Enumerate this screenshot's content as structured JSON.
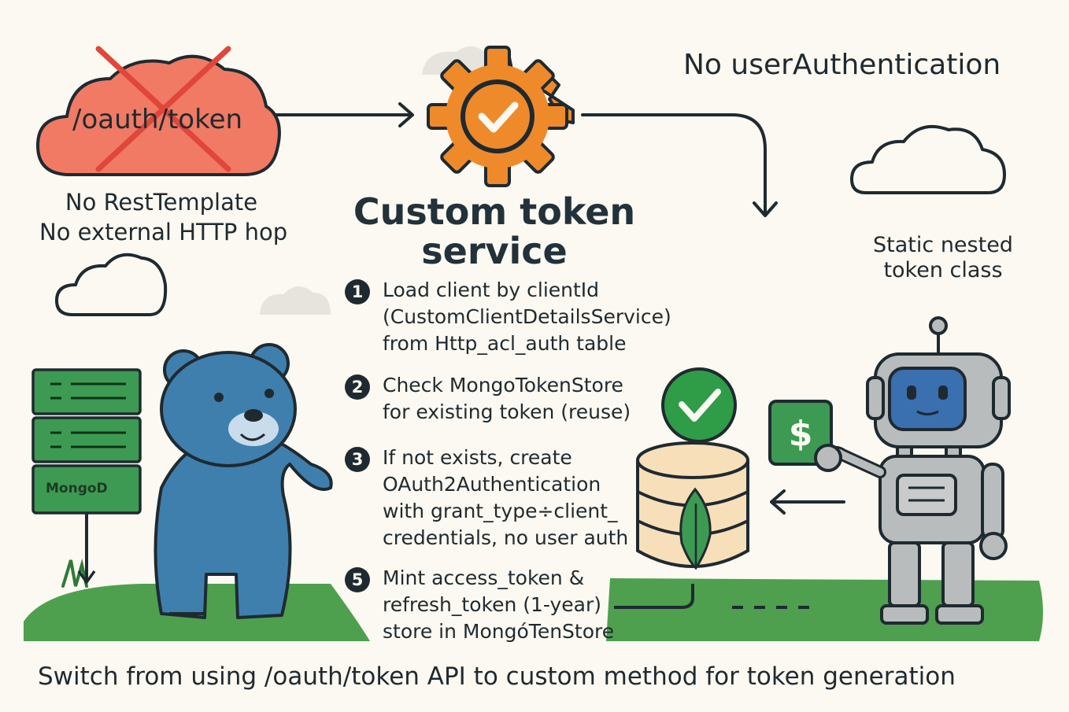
{
  "title": "Custom token service",
  "title_lines": [
    "Custom token",
    "service"
  ],
  "old_endpoint": {
    "label": "/oauth/token",
    "notes": [
      "No RestTemplate",
      "No external HTTP hop"
    ]
  },
  "no_user_auth_label": "No userAuthentication",
  "static_class_lines": [
    "Static nested",
    "token class"
  ],
  "db_sign_label": "MongoD",
  "steps": [
    {
      "number": "1",
      "lines": [
        "Load client by clientId",
        "(CustomClientDetailsService)",
        "from Http_acl_auth table"
      ]
    },
    {
      "number": "2",
      "lines": [
        "Check MongoTokenStore",
        "for existing token (reuse)"
      ]
    },
    {
      "number": "3",
      "lines": [
        "If not exists, create",
        "OAuth2Authentication",
        "with grant_type÷client_",
        "credentials, no user auth"
      ]
    },
    {
      "number": "5",
      "lines": [
        "Mint access_token &",
        "refresh_token (1-year)",
        "store in MongóTenStore"
      ]
    }
  ],
  "footer": "Switch from using /oauth/token API to custom method for token generation",
  "colors": {
    "background": "#fbf9f1",
    "cloud_red": "#f07a64",
    "cross_red": "#e0463a",
    "gear_orange": "#ef8a2a",
    "check_green": "#2f9c48",
    "grass_green": "#4ea04f",
    "bear_blue": "#3f7fae",
    "robot_gray": "#b9bcbd",
    "db_beige": "#f6dfb9",
    "ink": "#1f2a30"
  },
  "icons": [
    "cloud-icon",
    "cross-icon",
    "gear-check-icon",
    "arrow-icon",
    "server-rack-icon",
    "bear-illustration",
    "database-icon",
    "leaf-icon",
    "check-badge-icon",
    "robot-illustration",
    "dollar-card-icon"
  ]
}
